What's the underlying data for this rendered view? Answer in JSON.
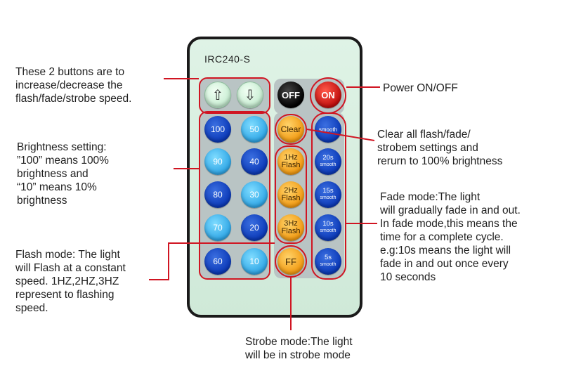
{
  "remote": {
    "model": "IRC240-S",
    "buttons": {
      "up_arrow": "⇧",
      "down_arrow": "⇩",
      "off": "OFF",
      "on": "ON",
      "clear": "Clear",
      "smooth": "smooth",
      "b100": "100",
      "b50": "50",
      "b90": "90",
      "b40": "40",
      "b80": "80",
      "b30": "30",
      "b70": "70",
      "b20": "20",
      "b60": "60",
      "b10": "10",
      "flash1_top": "1Hz",
      "flash1_bot": "Flash",
      "flash2_top": "2Hz",
      "flash2_bot": "Flash",
      "flash3_top": "3Hz",
      "flash3_bot": "Flash",
      "ff": "FF",
      "fade20_top": "20s",
      "fade20_bot": "smooth",
      "fade15_top": "15s",
      "fade15_bot": "smooth",
      "fade10_top": "10s",
      "fade10_bot": "smooth",
      "fade5_top": "5s",
      "fade5_bot": "smooth"
    }
  },
  "annotations": {
    "speed": "These 2 buttons are to\nincrease/decrease the\n flash/fade/strobe speed.",
    "power": "Power ON/OFF",
    "brightness": "Brightness setting:\n”100” means 100%\nbrightness and\n“10” means 10%\nbrightness",
    "clear": "Clear all flash/fade/\nstrobem settings and\nrerurn to 100% brightness",
    "fade": "Fade mode:The light\nwill gradually fade in and out.\nIn fade mode,this means the\ntime for a complete cycle.\ne.g:10s means the light will\nfade in and out once every\n10 seconds",
    "flash": "Flash mode: The light\nwill Flash at a constant\nspeed. 1HZ,2HZ,3HZ\nrepresent to flashing\nspeed.",
    "strobe": "Strobe mode:The light\nwill be in strobe mode"
  },
  "colors": {
    "highlight": "#d01522",
    "dark_blue": "#0b39b8",
    "light_blue": "#2fa6e6",
    "orange": "#f29a12"
  }
}
